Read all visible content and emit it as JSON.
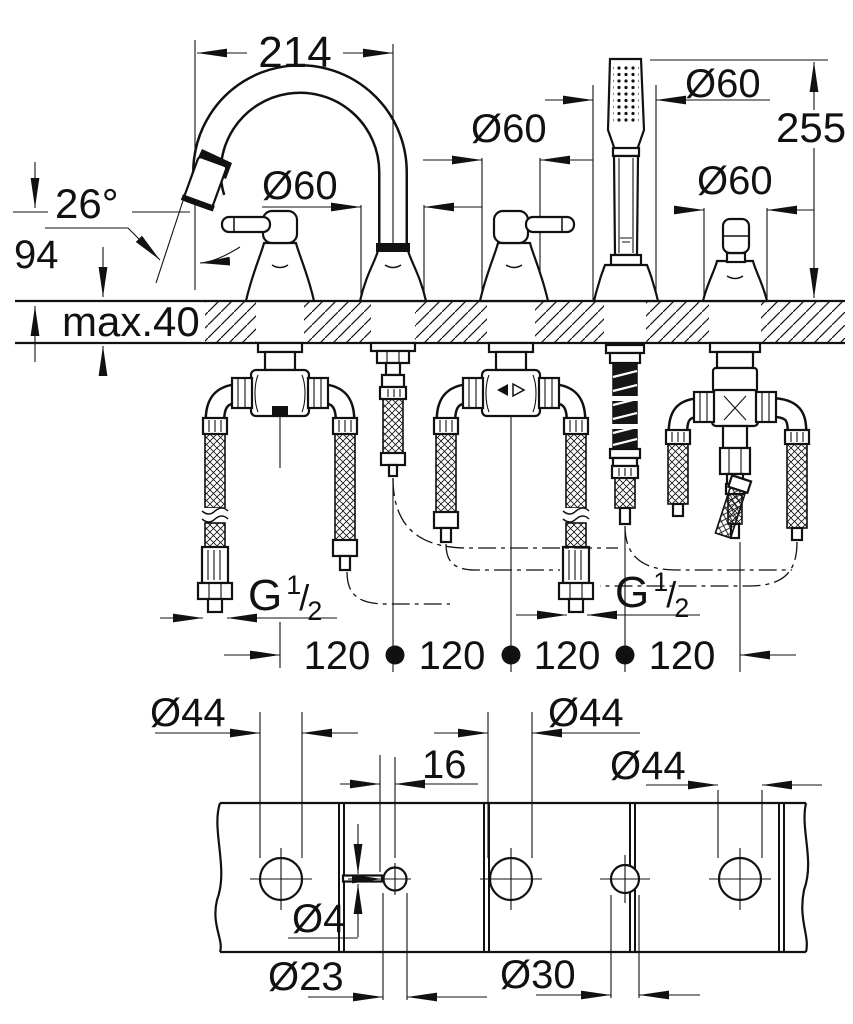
{
  "drawing": {
    "ink_color": "#111111",
    "background_color": "#ffffff"
  },
  "dims": {
    "spout_reach": "214",
    "spout_angle": "26°",
    "outlet_height": "94",
    "deck_thickness": "max.40",
    "spout_base_dia": "Ø60",
    "mid_handle_dia": "Ø60",
    "handshower_dia": "Ø60",
    "right_handle_dia": "Ø60",
    "handshower_height": "255",
    "thread_left": {
      "main": "G",
      "sup": "1",
      "slash": "/",
      "sub": "2"
    },
    "thread_right": {
      "main": "G",
      "sup": "1",
      "slash": "/",
      "sub": "2"
    },
    "spacing": [
      "120",
      "120",
      "120",
      "120"
    ],
    "plan": {
      "large_hole_1": "Ø44",
      "large_hole_2": "Ø44",
      "large_hole_3": "Ø44",
      "offset_16": "16",
      "pilot_hole": "Ø4",
      "spout_hole": "Ø23",
      "shower_hole": "Ø30"
    }
  }
}
